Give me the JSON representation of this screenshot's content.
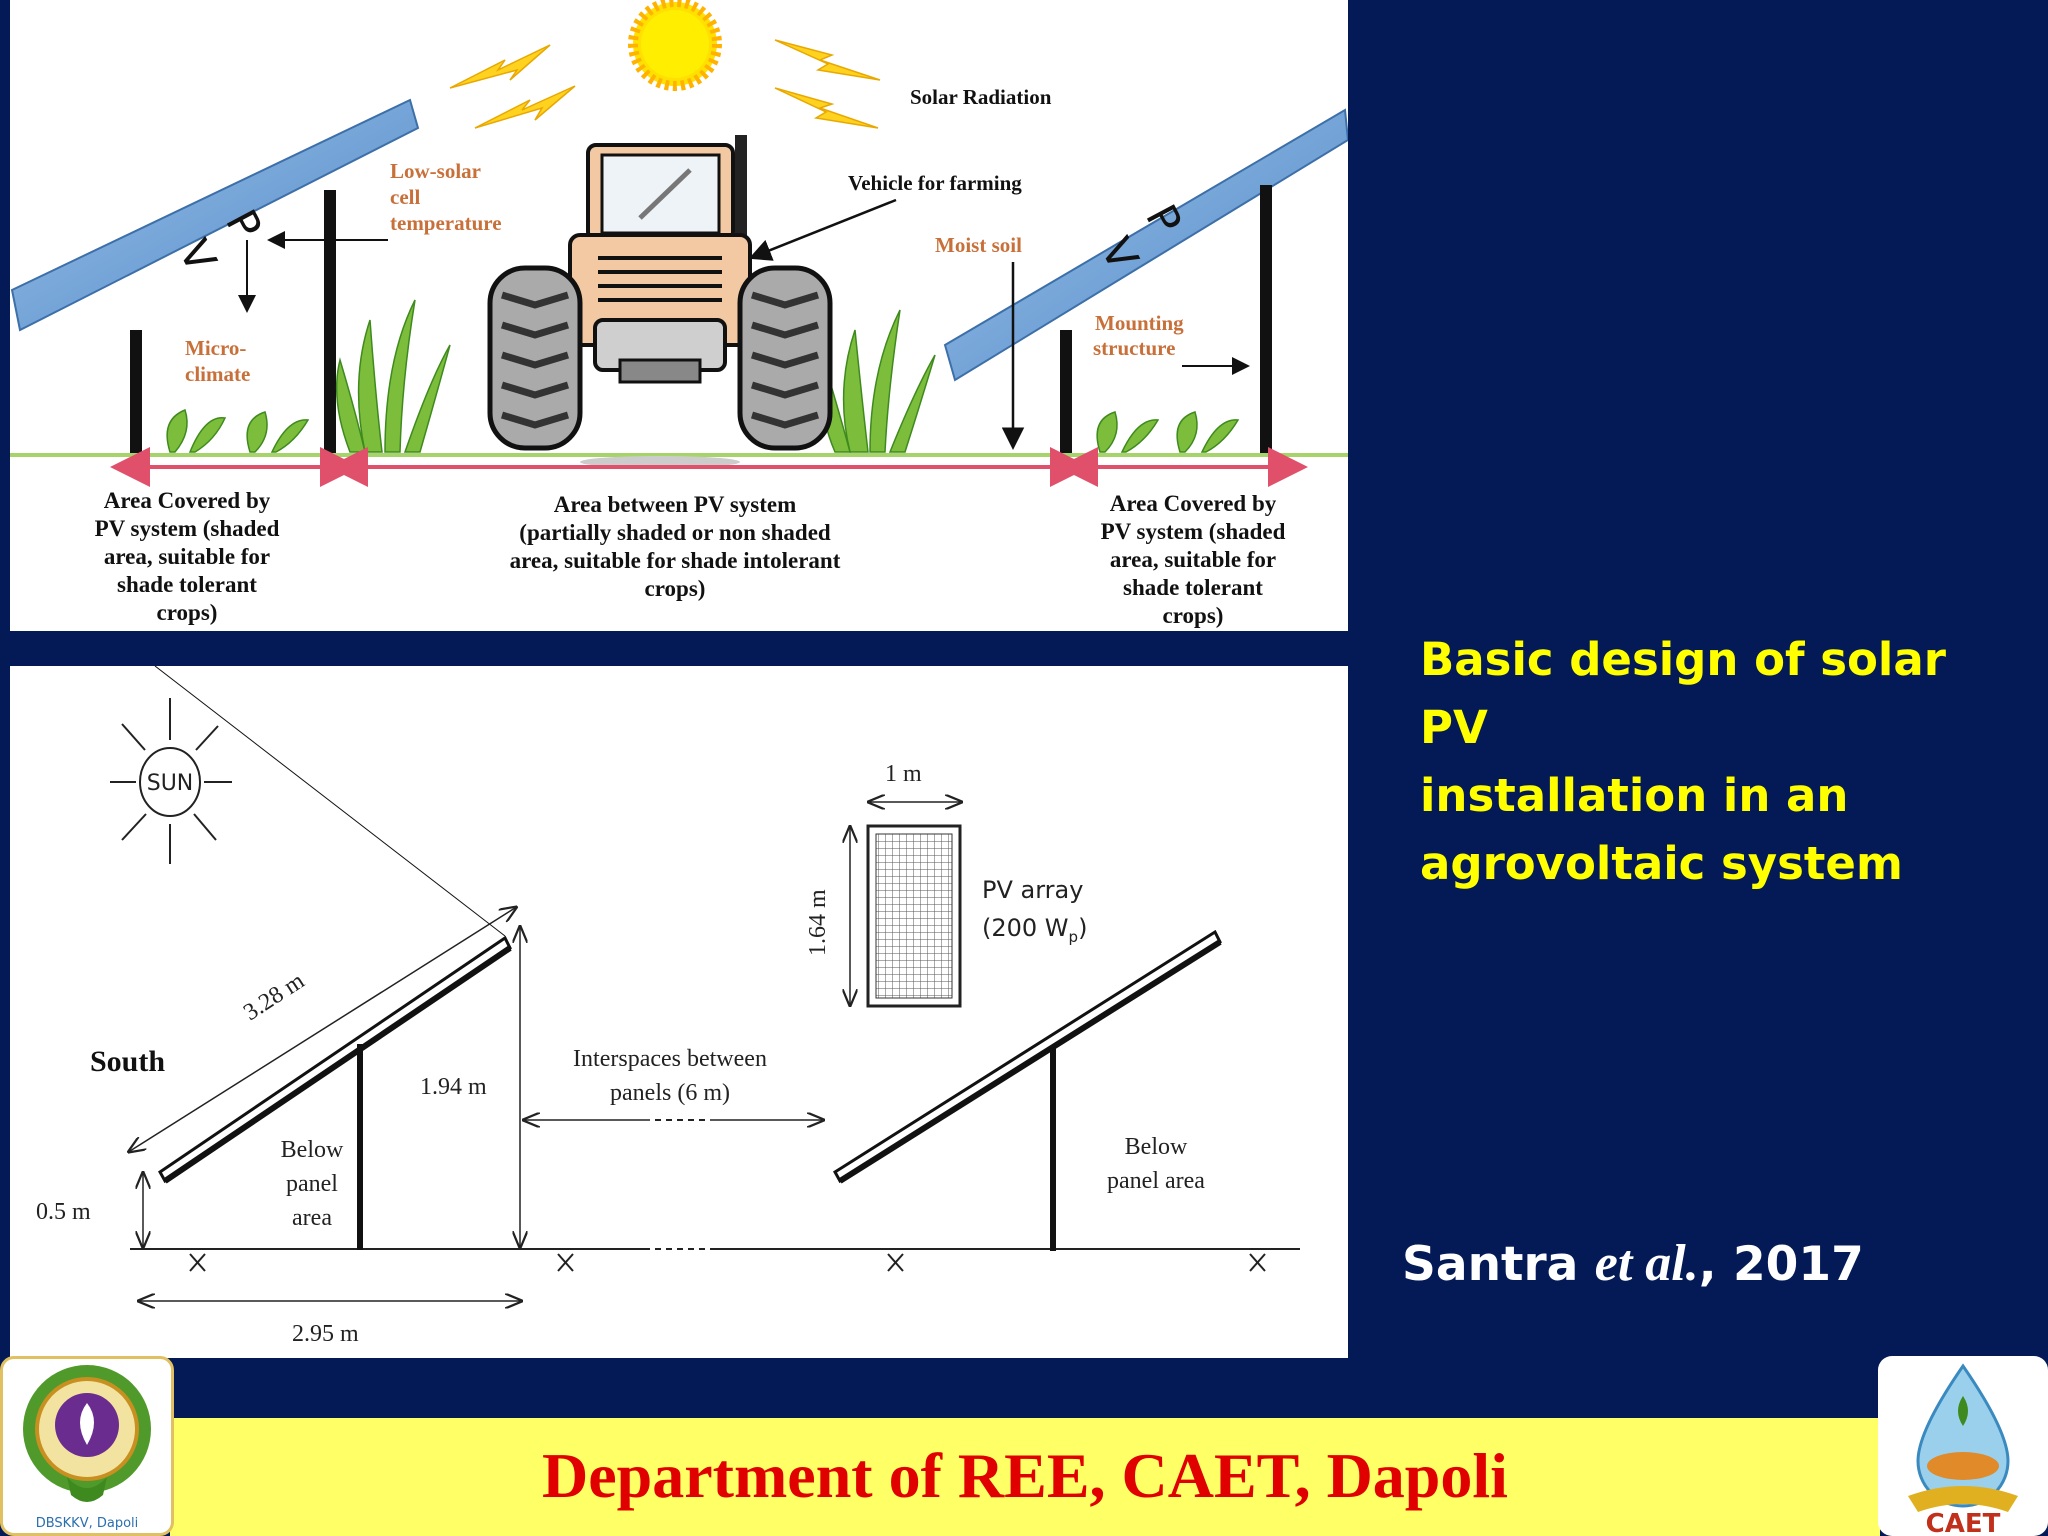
{
  "top_diagram": {
    "solar_radiation": "Solar Radiation",
    "vehicle": "Vehicle for farming",
    "low_solar": [
      "Low-solar",
      "cell",
      "temperature"
    ],
    "micro_climate": [
      "Micro-",
      "climate"
    ],
    "moist_soil": "Moist soil",
    "mounting": [
      "Mounting",
      "structure"
    ],
    "pv_letters": [
      "P",
      "V"
    ],
    "area_left": [
      "Area Covered by",
      "PV system (shaded",
      "area, suitable for",
      "shade tolerant",
      "crops)"
    ],
    "area_middle": [
      "Area between PV system",
      "(partially shaded or non shaded",
      "area, suitable for shade intolerant",
      "crops)"
    ],
    "area_right": [
      "Area Covered by",
      "PV system (shaded",
      "area, suitable for",
      "shade tolerant",
      "crops)"
    ]
  },
  "bottom_diagram": {
    "sun": "SUN",
    "south": "South",
    "panel_length": "3.28 m",
    "height": "1.94 m",
    "base_height": "0.5 m",
    "ground_width": "2.95 m",
    "below_panel_left": [
      "Below",
      "panel",
      "area"
    ],
    "below_panel_right": [
      "Below",
      "panel area"
    ],
    "interspaces": [
      "Interspaces between",
      "panels (6 m)"
    ],
    "array_width": "1 m",
    "array_height": "1.64 m",
    "pv_array": "PV array",
    "pv_rating": "(200 W",
    "pv_rating_sub": "p",
    "pv_rating_close": ")"
  },
  "side_title": [
    "Basic design of solar PV",
    "installation in an",
    "agrovoltaic system"
  ],
  "citation": {
    "author": "Santra ",
    "etal": "et al.",
    "year": ", 2017"
  },
  "footer": "Department of REE, CAET, Dapoli",
  "logos": {
    "left_caption": "DBSKKV, Dapoli",
    "right_caption": "CAET"
  },
  "colors": {
    "background": "#041a56",
    "title": "#ffff00",
    "footer_bar": "#ffff66",
    "footer_text": "#e00000",
    "pv_panel": "#6fa3d8",
    "label_orange": "#c8703a",
    "arrow_red": "#e0506a"
  }
}
